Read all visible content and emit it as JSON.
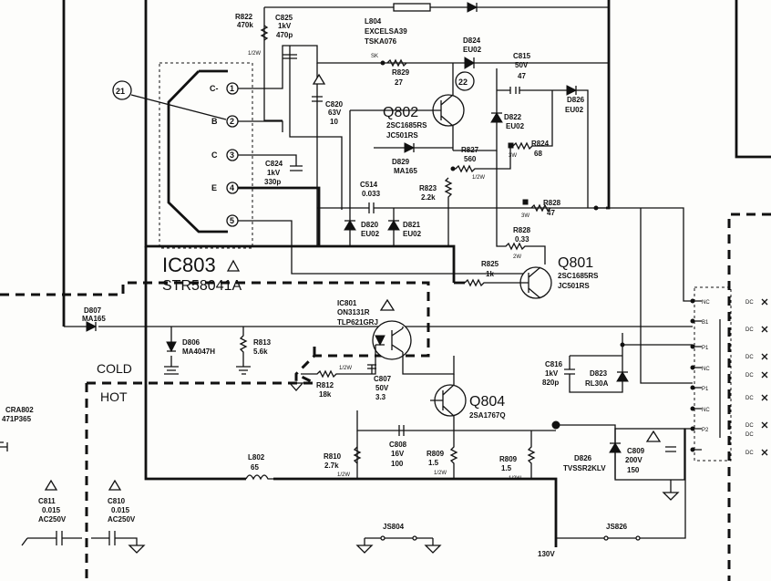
{
  "ic803": {
    "name": "IC803",
    "part": "STR58041A",
    "pins": [
      {
        "num": "1",
        "label": "C-"
      },
      {
        "num": "2",
        "label": "B"
      },
      {
        "num": "3",
        "label": "C"
      },
      {
        "num": "4",
        "label": "E"
      },
      {
        "num": "5",
        "label": ""
      }
    ],
    "callout": "21"
  },
  "callout_q802": "22",
  "components": [
    {
      "ref": "R822",
      "v1": "470k",
      "v2": "1/2W"
    },
    {
      "ref": "C825",
      "v1": "1kV",
      "v2": "470p"
    },
    {
      "ref": "L804",
      "v1": "EXCELSA39",
      "v2": "TSKA076"
    },
    {
      "ref": "R829",
      "v1": "27",
      "v2": "SK"
    },
    {
      "ref": "D824",
      "v1": "EU02",
      "v2": ""
    },
    {
      "ref": "C815",
      "v1": "50V",
      "v2": "47"
    },
    {
      "ref": "D826",
      "v1": "EU02",
      "v2": ""
    },
    {
      "ref": "C820",
      "v1": "63V",
      "v2": "10"
    },
    {
      "ref": "Q802",
      "v1": "2SC1685RS",
      "v2": "JC501RS"
    },
    {
      "ref": "D822",
      "v1": "EU02",
      "v2": ""
    },
    {
      "ref": "R824",
      "v1": "68",
      "v2": "3W"
    },
    {
      "ref": "D829",
      "v1": "MA165",
      "v2": ""
    },
    {
      "ref": "R827",
      "v1": "560",
      "v2": "1/2W"
    },
    {
      "ref": "C824",
      "v1": "1kV",
      "v2": "330p"
    },
    {
      "ref": "C514",
      "v1": "0.033",
      "v2": ""
    },
    {
      "ref": "R823",
      "v1": "2.2k",
      "v2": ""
    },
    {
      "ref": "R828a",
      "v1": "47",
      "v2": "3W"
    },
    {
      "ref": "D820",
      "v1": "EU02",
      "v2": ""
    },
    {
      "ref": "D821",
      "v1": "EU02",
      "v2": ""
    },
    {
      "ref": "R828b",
      "v1": "0.33",
      "v2": "2W"
    },
    {
      "ref": "R825",
      "v1": "1k",
      "v2": ""
    },
    {
      "ref": "Q801",
      "v1": "2SC1685RS",
      "v2": "JC501RS"
    },
    {
      "ref": "IC801",
      "v1": "ON3131R",
      "v2": "TLP621GRJ"
    },
    {
      "ref": "D807",
      "v1": "MA165",
      "v2": ""
    },
    {
      "ref": "D806",
      "v1": "MA4047H",
      "v2": ""
    },
    {
      "ref": "R813",
      "v1": "5.6k",
      "v2": ""
    },
    {
      "ref": "R812",
      "v1": "18k",
      "v2": "1/2W"
    },
    {
      "ref": "C807",
      "v1": "50V",
      "v2": "3.3"
    },
    {
      "ref": "Q804",
      "v1": "2SA1767Q",
      "v2": ""
    },
    {
      "ref": "C816",
      "v1": "1kV",
      "v2": "820p"
    },
    {
      "ref": "D823",
      "v1": "RL30A",
      "v2": ""
    },
    {
      "ref": "R810",
      "v1": "2.7k",
      "v2": "1/2W"
    },
    {
      "ref": "C808",
      "v1": "16V",
      "v2": "100"
    },
    {
      "ref": "R809a",
      "v1": "1.5",
      "v2": "1/2W"
    },
    {
      "ref": "R809b",
      "v1": "1.5",
      "v2": "1/2W"
    },
    {
      "ref": "D826b",
      "v1": "TVSSR2KLV",
      "v2": ""
    },
    {
      "ref": "C809",
      "v1": "200V",
      "v2": "150"
    },
    {
      "ref": "L802",
      "v1": "65",
      "v2": ""
    },
    {
      "ref": "C811",
      "v1": "0.015",
      "v2": "AC250V"
    },
    {
      "ref": "C810",
      "v1": "0.015",
      "v2": "AC250V"
    },
    {
      "ref": "JS804",
      "v1": "",
      "v2": ""
    },
    {
      "ref": "JS826",
      "v1": "",
      "v2": ""
    },
    {
      "ref": "CRA802",
      "v1": "471P365",
      "v2": ""
    }
  ],
  "labels": {
    "r822": "R822",
    "r822v": "470k",
    "r822w": "1/2W",
    "c825": "C825",
    "c825a": "1kV",
    "c825b": "470p",
    "l804": "L804",
    "l804a": "EXCELSA39",
    "l804b": "TSKA076",
    "r829": "R829",
    "r829v": "27",
    "sk": "SK",
    "d824": "D824",
    "d824v": "EU02",
    "c815": "C815",
    "c815a": "50V",
    "c815b": "47",
    "d826": "D826",
    "d826v": "EU02",
    "c820": "C820",
    "c820a": "63V",
    "c820b": "10",
    "q802": "Q802",
    "q802a": "2SC1685RS",
    "q802b": "JC501RS",
    "d822": "D822",
    "d822v": "EU02",
    "r824": "R824",
    "r824v": "68",
    "w3a": "3W",
    "d829": "D829",
    "d829v": "MA165",
    "r827": "R827",
    "r827v": "560",
    "w12a": "1/2W",
    "c824": "C824",
    "c824a": "1kV",
    "c824b": "330p",
    "c514": "C514",
    "c514v": "0.033",
    "r823": "R823",
    "r823v": "2.2k",
    "r828a": "R828",
    "r828av": "47",
    "w3b": "3W",
    "d820": "D820",
    "d820v": "EU02",
    "d821": "D821",
    "d821v": "EU02",
    "r828b": "R828",
    "r828bv": "0.33",
    "w2": "2W",
    "r825": "R825",
    "r825v": "1k",
    "q801": "Q801",
    "q801a": "2SC1685RS",
    "q801b": "JC501RS",
    "ic801": "IC801",
    "ic801a": "ON3131R",
    "ic801b": "TLP621GRJ",
    "d807": "D807",
    "d807v": "MA165",
    "d806": "D806",
    "d806v": "MA4047H",
    "r813": "R813",
    "r813v": "5.6k",
    "r812": "R812",
    "r812v": "18k",
    "w12b": "1/2W",
    "c807": "C807",
    "c807a": "50V",
    "c807b": "3.3",
    "q804": "Q804",
    "q804a": "2SA1767Q",
    "c816": "C816",
    "c816a": "1kV",
    "c816b": "820p",
    "d823": "D823",
    "d823v": "RL30A",
    "r810": "R810",
    "r810v": "2.7k",
    "w12c": "1/2W",
    "c808": "C808",
    "c808a": "16V",
    "c808b": "100",
    "r809a": "R809",
    "r809av": "1.5",
    "w12d": "1/2W",
    "r809b": "R809",
    "r809bv": "1.5",
    "w12e": "1/2W",
    "d826b": "D826",
    "d826bv": "TVSSR2KLV",
    "c809": "C809",
    "c809a": "200V",
    "c809b": "150",
    "l802": "L802",
    "l802v": "65",
    "c811": "C811",
    "c811a": "0.015",
    "c811b": "AC250V",
    "c810": "C810",
    "c810a": "0.015",
    "c810b": "AC250V",
    "js804": "JS804",
    "js826": "JS826",
    "cra802": "CRA802",
    "cra802v": "471P365",
    "v130": "130V",
    "cold": "COLD",
    "hot": "HOT",
    "p1a": "P1",
    "p1b": "P1",
    "p2": "P2",
    "b1": "B1",
    "nc1": "NC",
    "nc2": "NC",
    "nc3": "NC",
    "dc1": "DC",
    "dc2": "DC",
    "dc3": "DC",
    "dc4": "DC",
    "dc5": "DC",
    "dc6": "DC",
    "dc7": "DC",
    "dc8": "DC"
  }
}
